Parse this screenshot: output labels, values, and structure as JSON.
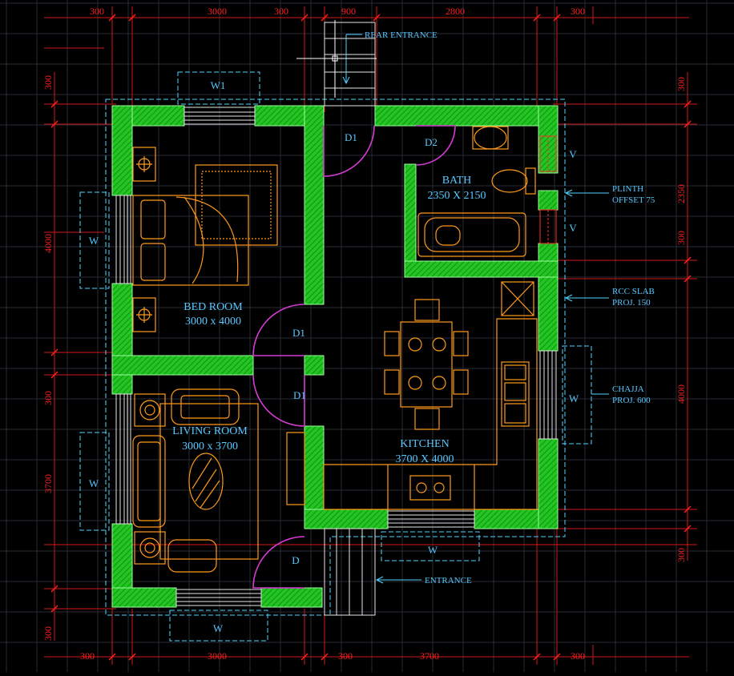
{
  "colors": {
    "background": "#000000",
    "grid": "#2a2a38",
    "wall": "#22c522",
    "wall_hatch": "#005800",
    "dimension": "#ff2020",
    "annotation": "#58c8ff",
    "furniture": "#ff9a1a",
    "door_swing": "#d43cd4",
    "plinth": "#4fd6ff"
  },
  "dimensions": {
    "top": [
      "300",
      "3000",
      "300",
      "900",
      "2800",
      "300"
    ],
    "bottom": [
      "300",
      "3000",
      "300",
      "3700",
      "300"
    ],
    "left": [
      "300",
      "4000",
      "300",
      "3700",
      "300"
    ],
    "right": [
      "300",
      "2350",
      "300",
      "4000",
      "300"
    ]
  },
  "rooms": {
    "bedroom": {
      "name": "BED ROOM",
      "size": "3000 x 4000"
    },
    "living": {
      "name": "LIVING ROOM",
      "size": "3000 x 3700"
    },
    "bath": {
      "name": "BATH",
      "size": "2350 X 2150"
    },
    "kitchen": {
      "name": "KITCHEN",
      "size": "3700 X 4000"
    }
  },
  "openings": {
    "window_w1": "W1",
    "bedroom_window": "W",
    "living_window": "W",
    "bottom_window": "W",
    "kitchen_window": "W",
    "kitchen_bottom_window": "W",
    "ventilator_1": "V",
    "ventilator_2": "V",
    "door_d1_rear": "D1",
    "door_d2_bath": "D2",
    "door_d1_bedroom": "D1",
    "door_d1_living": "D1",
    "door_main": "D"
  },
  "annotations": {
    "rear_entrance": "REAR ENTRANCE",
    "entrance": "ENTRANCE",
    "plinth_line1": "PLINTH",
    "plinth_line2": "OFFSET 75",
    "rcc_line1": "RCC SLAB",
    "rcc_line2": "PROJ. 150",
    "chajja_line1": "CHAJJA",
    "chajja_line2": "PROJ. 600"
  }
}
